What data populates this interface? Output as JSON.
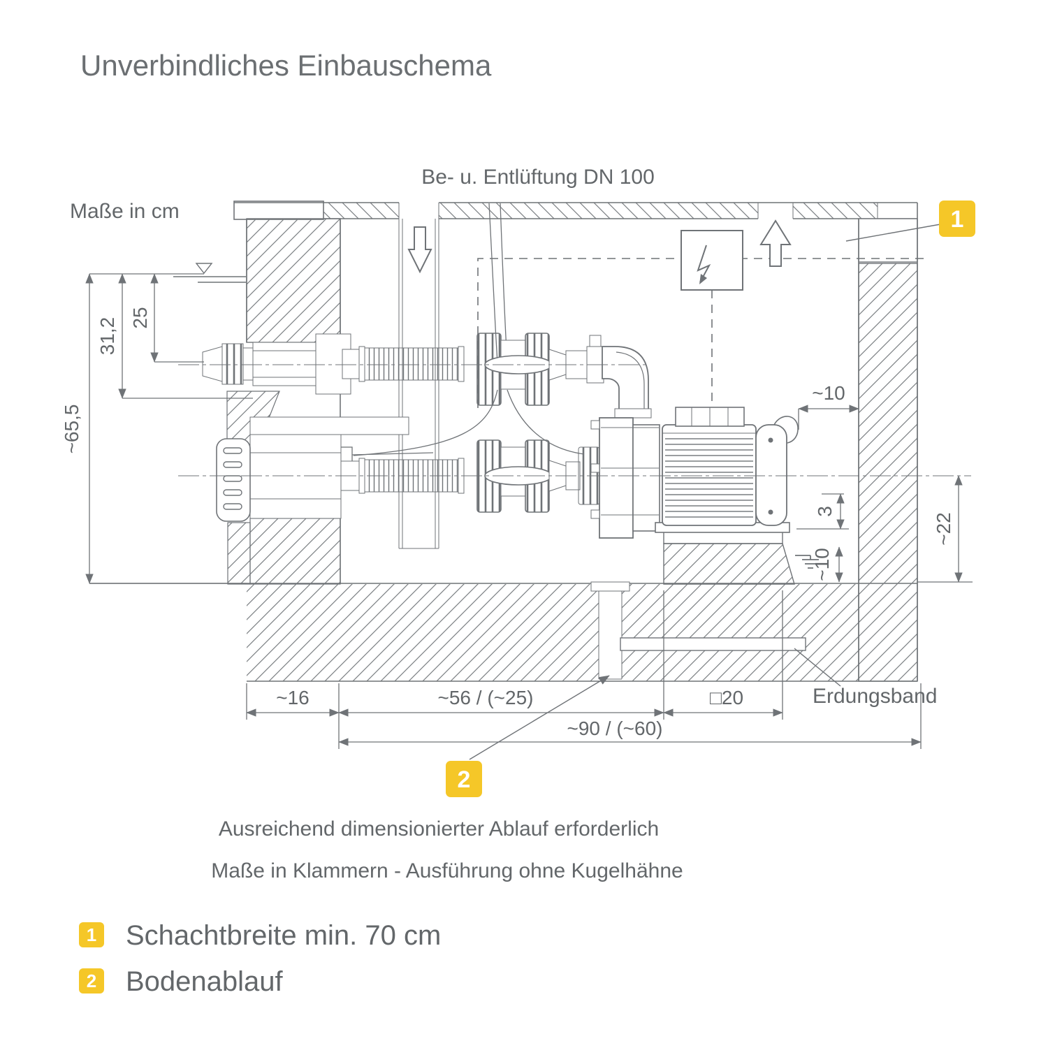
{
  "title": "Unverbindliches Einbauschema",
  "diagram": {
    "vent_label": "Be- u. Entlüftung DN 100",
    "units_note": "Maße in cm",
    "badges": {
      "one": "1",
      "two": "2"
    },
    "dimensions": {
      "water_to_jet_axis": "25",
      "water_to_flange": "31,2",
      "water_to_floor": "~65,5",
      "motor_to_wall": "~10",
      "base_height": "3",
      "plinth_edge": "~10",
      "axis_to_floor": "~22",
      "wall_thickness": "~16",
      "wall_to_pump": "~56 / (~25)",
      "plinth_size": "□20",
      "overall_depth": "~90 / (~60)"
    },
    "labels": {
      "grounding_strip": "Erdungsband"
    }
  },
  "notes": {
    "line1": "Ausreichend dimensionierter Ablauf erforderlich",
    "line2": "Maße in Klammern - Ausführung ohne Kugelhähne"
  },
  "legend": {
    "items": [
      {
        "num": "1",
        "label": "Schachtbreite min. 70 cm"
      },
      {
        "num": "2",
        "label": "Bodenablauf"
      }
    ]
  },
  "colors": {
    "accent": "#F5C728",
    "line": "#6F7377",
    "text": "#63676A"
  }
}
